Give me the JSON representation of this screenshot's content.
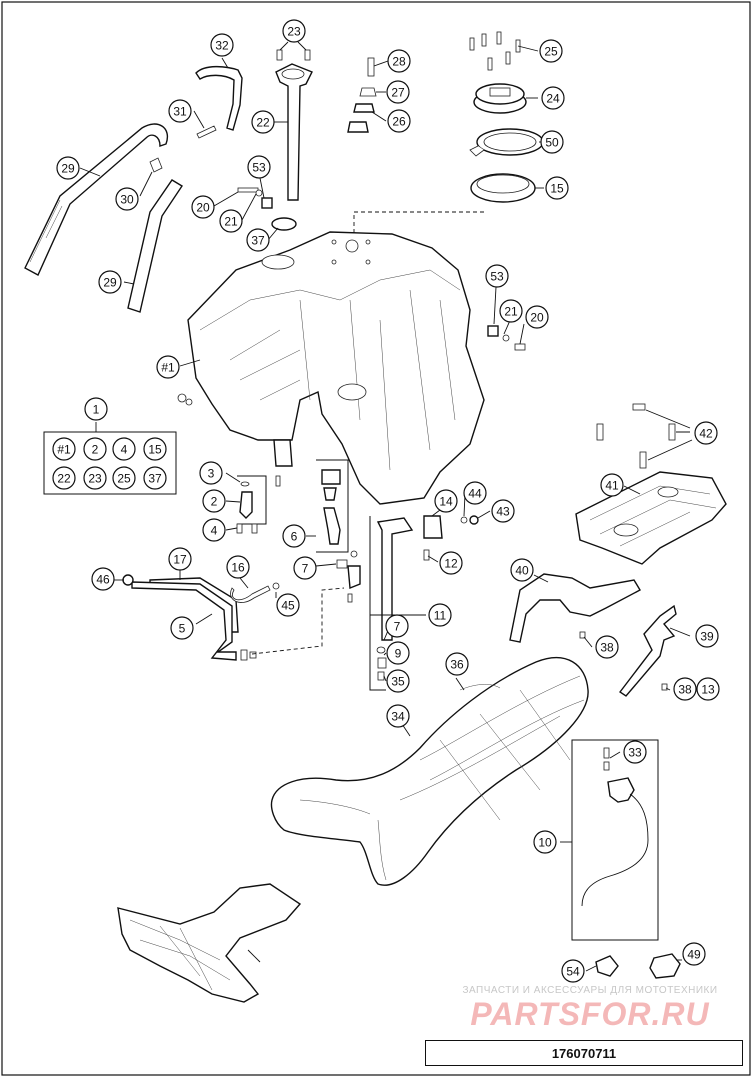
{
  "diagram_code": "176070711",
  "watermark": {
    "tagline": "ЗАПЧАСТИ И АКСЕССУАРЫ ДЛЯ МОТОТЕХНИКИ",
    "brand": "PARTSFOR.RU"
  },
  "kit": {
    "title_number": "1",
    "members": [
      "#1",
      "2",
      "4",
      "15",
      "22",
      "23",
      "25",
      "37"
    ]
  },
  "callouts": [
    "32",
    "23",
    "28",
    "25",
    "31",
    "22",
    "27",
    "24",
    "26",
    "50",
    "29",
    "53",
    "15",
    "30",
    "20",
    "21",
    "37",
    "29",
    "53",
    "21",
    "20",
    "#1",
    "1",
    "42",
    "3",
    "41",
    "2",
    "14",
    "44",
    "43",
    "4",
    "6",
    "12",
    "40",
    "17",
    "7",
    "11",
    "16",
    "46",
    "45",
    "7",
    "39",
    "5",
    "38",
    "9",
    "13",
    "36",
    "38",
    "35",
    "34",
    "33",
    "10",
    "49",
    "54"
  ]
}
